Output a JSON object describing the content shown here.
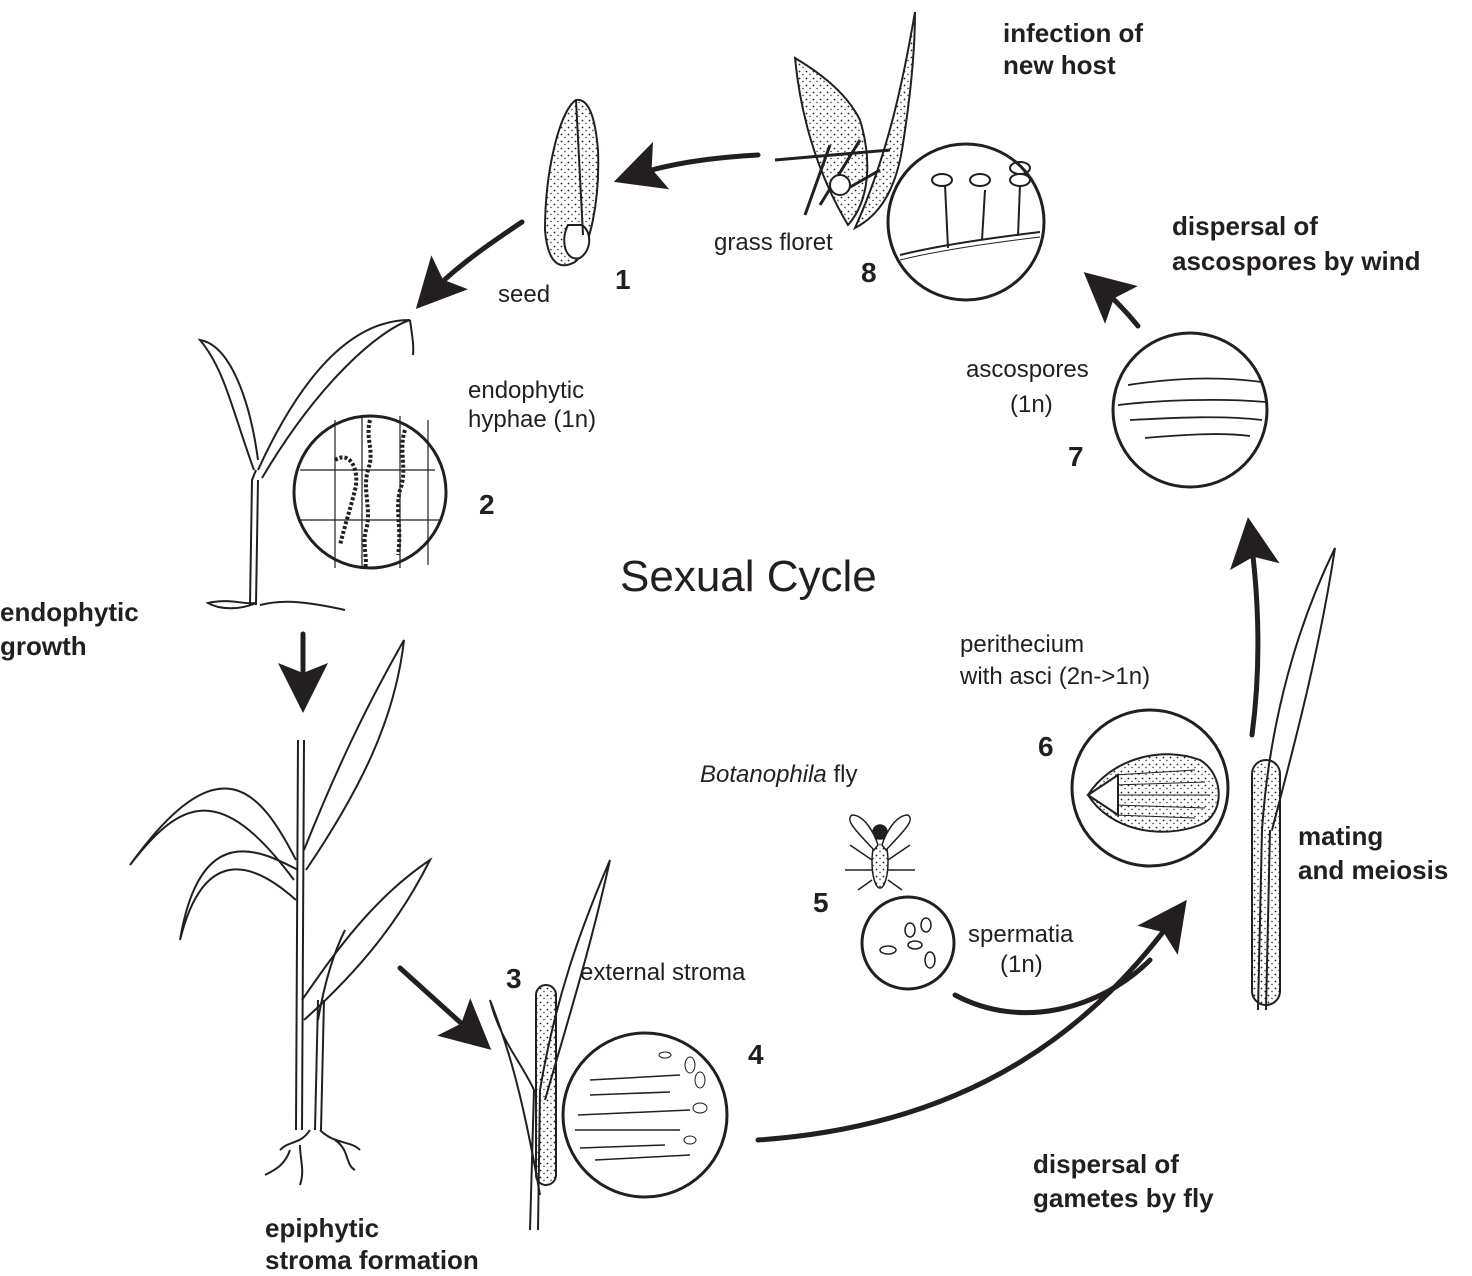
{
  "title": "Sexual Cycle",
  "stages": [
    {
      "number": "1",
      "label": "seed"
    },
    {
      "number": "2",
      "label_lines": [
        "endophytic",
        "hyphae (1n)"
      ]
    },
    {
      "number": "3",
      "label": "external stroma"
    },
    {
      "number": "4"
    },
    {
      "number": "5",
      "label_lines": [
        "spermatia",
        "(1n)"
      ],
      "fly_genus": "Botanophila",
      "fly_suffix": " fly"
    },
    {
      "number": "6",
      "label_lines": [
        "perithecium",
        "with asci (2n->1n)"
      ]
    },
    {
      "number": "7",
      "label_lines": [
        "ascospores",
        "(1n)"
      ]
    },
    {
      "number": "8",
      "label": "grass floret"
    }
  ],
  "processes": {
    "endophytic_growth": [
      "endophytic",
      "growth"
    ],
    "epiphytic_stroma": [
      "epiphytic",
      "stroma formation"
    ],
    "dispersal_gametes": [
      "dispersal of",
      "gametes by fly"
    ],
    "mating": [
      "mating",
      "and meiosis"
    ],
    "dispersal_ascospores": [
      "dispersal of",
      "ascospores by wind"
    ],
    "infection": [
      "infection of",
      "new host"
    ]
  },
  "colors": {
    "ink": "#231f20",
    "background": "#ffffff"
  }
}
